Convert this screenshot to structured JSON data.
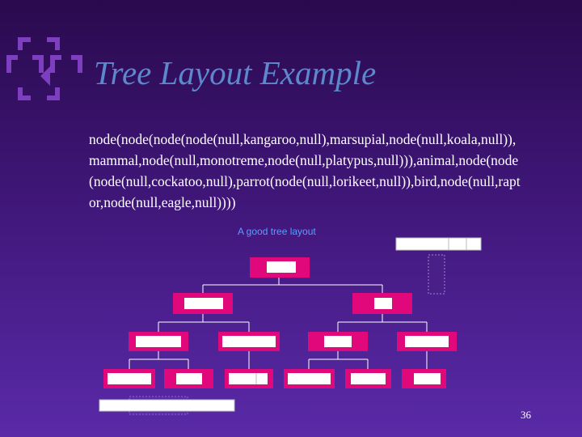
{
  "slide": {
    "title": "Tree Layout Example",
    "body": "node(node(node(node(null,kangaroo,null),marsupial,node(null,koala,null)),mammal,node(null,monotreme,node(null,platypus,null))),animal,node(node(node(null,cockatoo,null),parrot(node(null,lorikeet,null)),bird,node(null,raptor,node(null,eagle,null))))",
    "page_number": "36"
  },
  "figure": {
    "caption": "A good tree layout"
  },
  "colors": {
    "background_top": "#2a0a4e",
    "background_bottom": "#5a2aa8",
    "title": "#5c88cc",
    "caption": "#5c9cff",
    "node_fill": "#e0087a",
    "node_label_box": "#ffffff",
    "edge": "#ffffff"
  }
}
